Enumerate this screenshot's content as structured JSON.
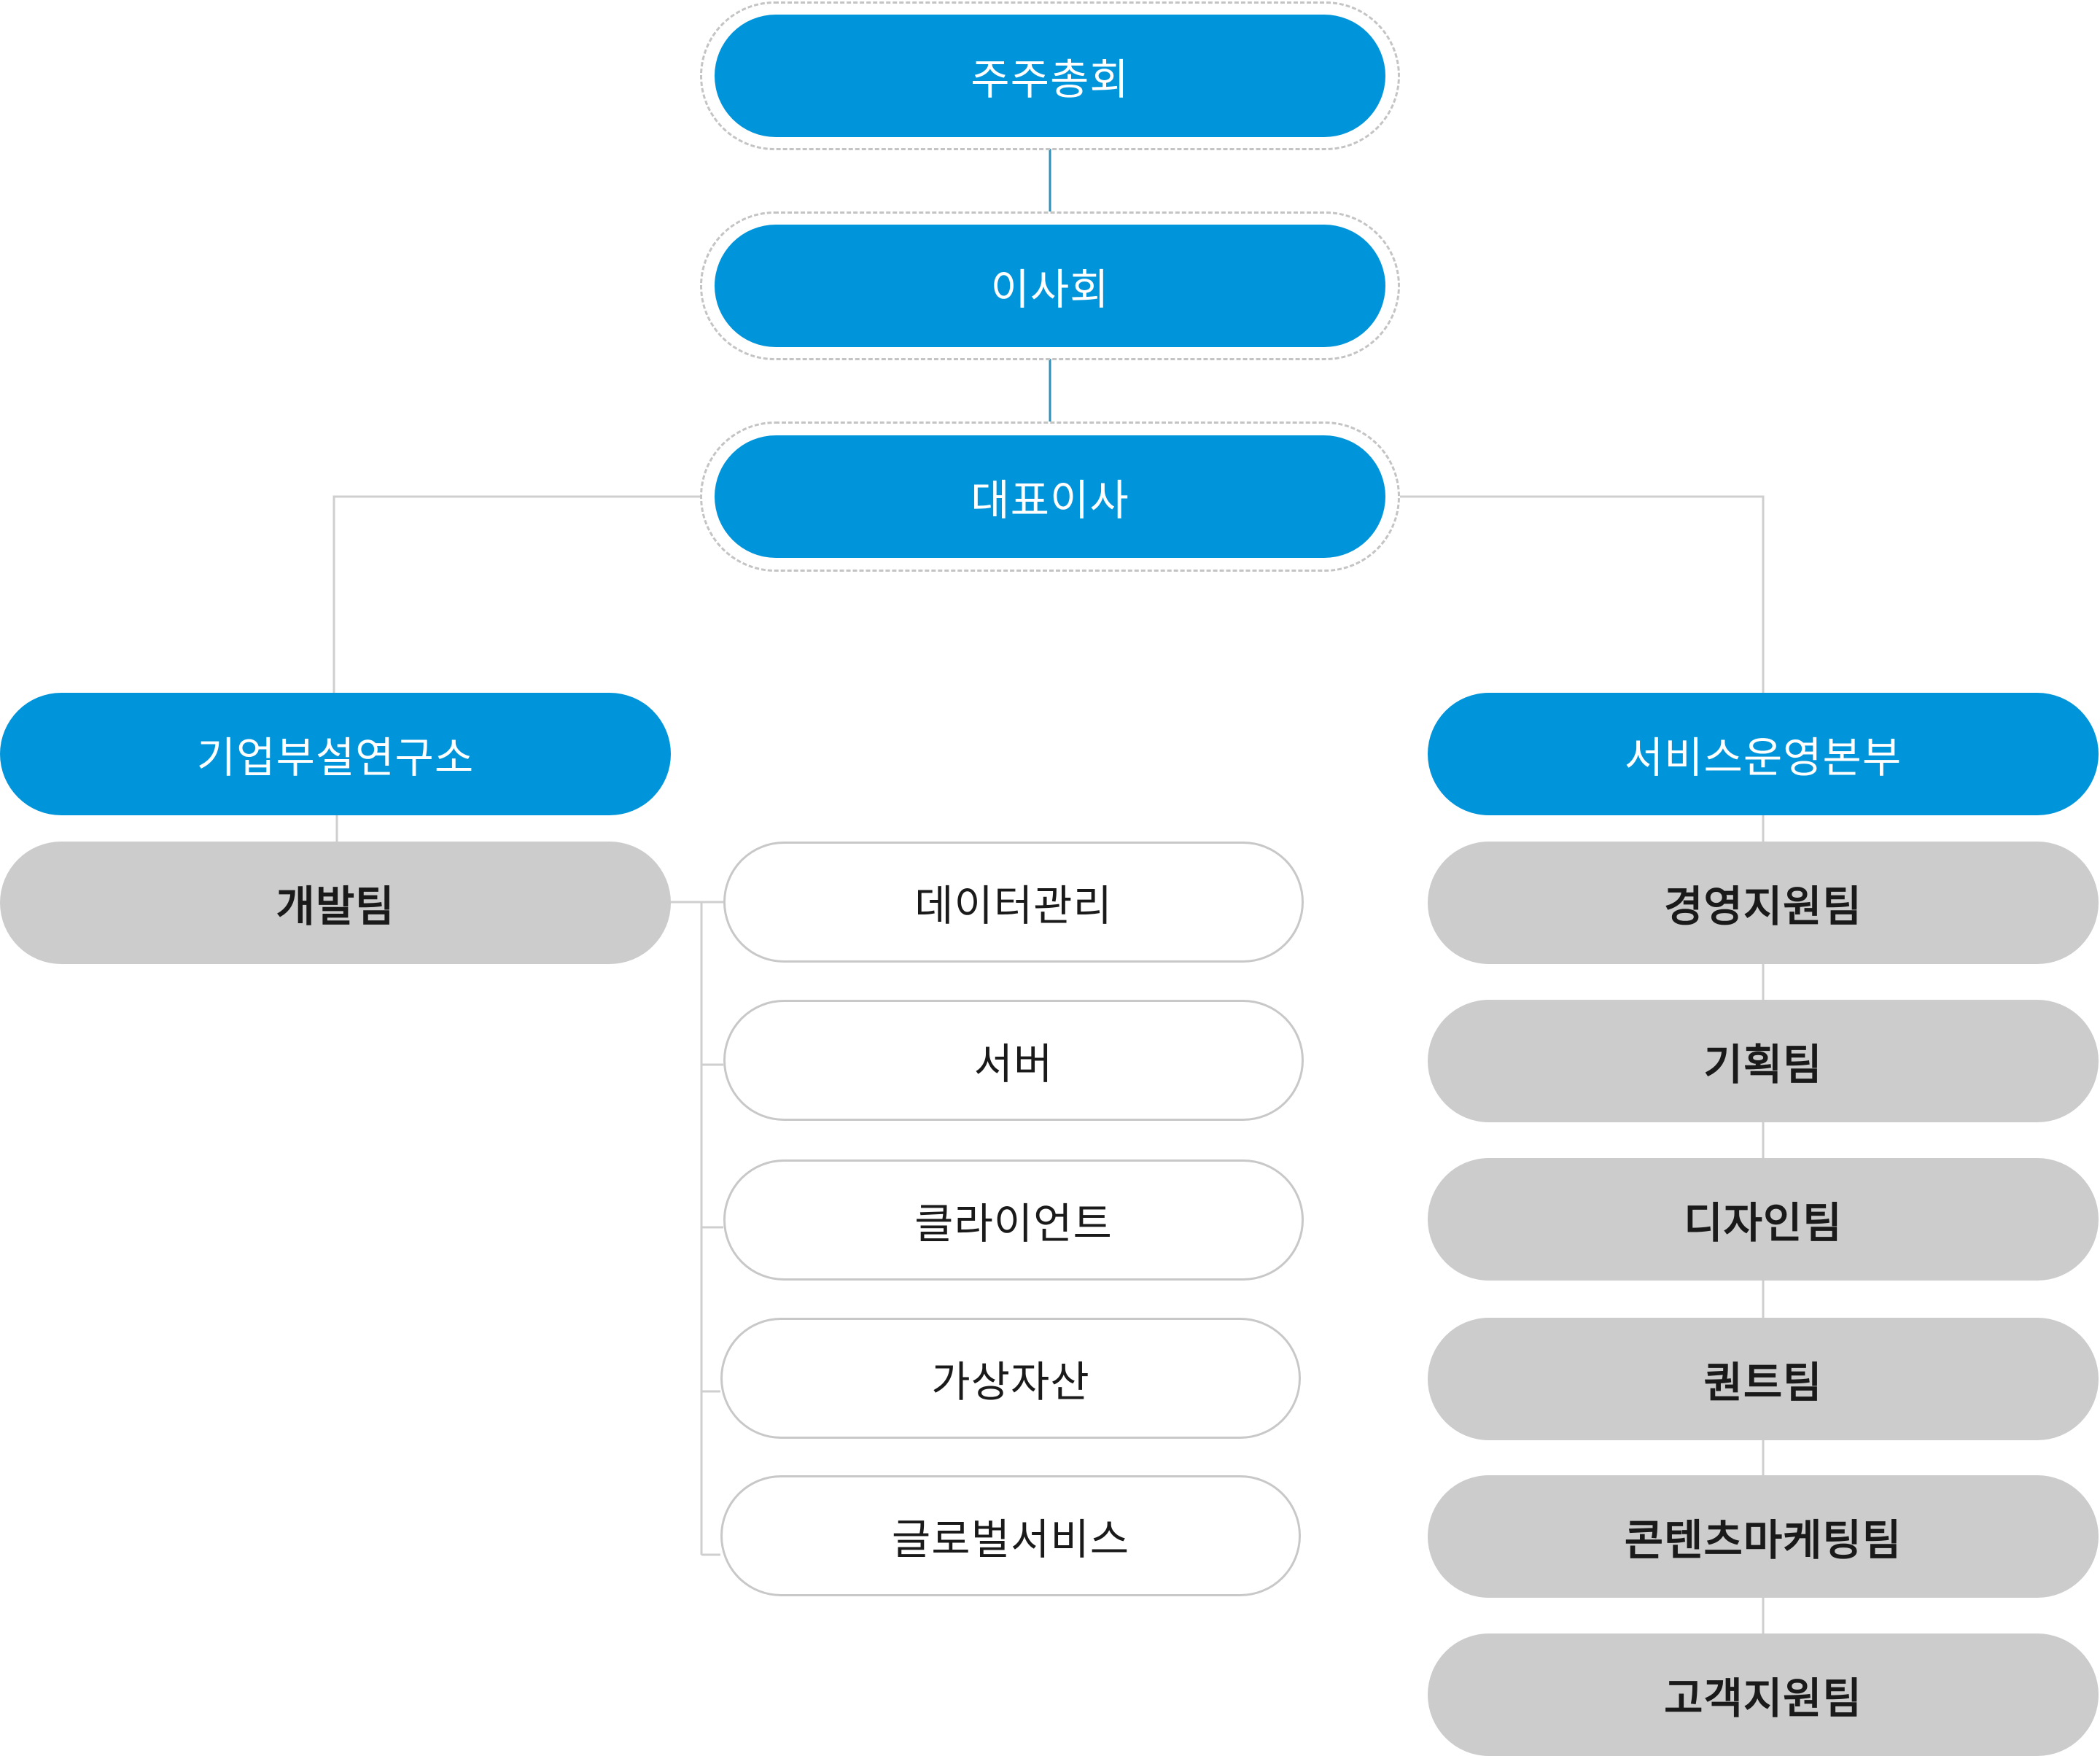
{
  "chart_data": {
    "type": "org-chart",
    "top": [
      {
        "id": "shareholders",
        "label": "주주총회"
      },
      {
        "id": "board",
        "label": "이사회"
      },
      {
        "id": "ceo",
        "label": "대표이사"
      }
    ],
    "branches": [
      {
        "id": "rnd",
        "label": "기업부설연구소",
        "teams": [
          {
            "id": "dev",
            "label": "개발팀",
            "subunits": [
              "데이터관리",
              "서버",
              "클라이언트",
              "가상자산",
              "글로벌서비스"
            ]
          }
        ]
      },
      {
        "id": "service",
        "label": "서비스운영본부",
        "teams": [
          {
            "id": "mgmt",
            "label": "경영지원팀"
          },
          {
            "id": "plan",
            "label": "기획팀"
          },
          {
            "id": "design",
            "label": "디자인팀"
          },
          {
            "id": "quant",
            "label": "퀀트팀"
          },
          {
            "id": "content",
            "label": "콘텐츠마케팅팀"
          },
          {
            "id": "cs",
            "label": "고객지원팀"
          }
        ]
      }
    ]
  },
  "colors": {
    "primary": "#0095da",
    "team_gray": "#cccccc",
    "line_blue": "#2e8fb8",
    "line_gray": "#cfcfcf",
    "ring_dash": "#c4c4c4"
  }
}
